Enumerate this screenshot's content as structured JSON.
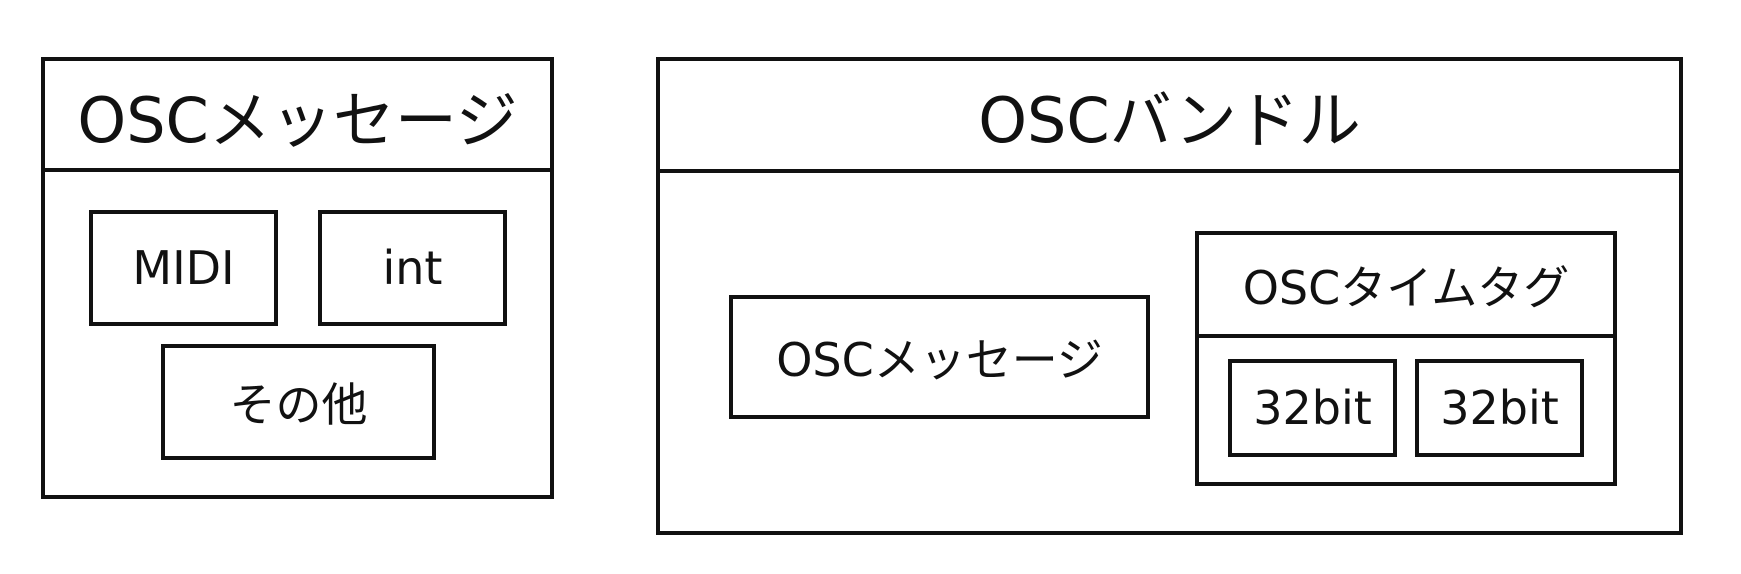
{
  "osc_message": {
    "title": "OSCメッセージ",
    "items": [
      {
        "label": "MIDI"
      },
      {
        "label": "int"
      },
      {
        "label": "その他"
      }
    ]
  },
  "osc_bundle": {
    "title": "OSCバンドル",
    "message": {
      "label": "OSCメッセージ"
    },
    "timetag": {
      "title": "OSCタイムタグ",
      "parts": [
        {
          "label": "32bit"
        },
        {
          "label": "32bit"
        }
      ]
    }
  },
  "colors": {
    "stroke": "#111111",
    "background": "#ffffff"
  }
}
